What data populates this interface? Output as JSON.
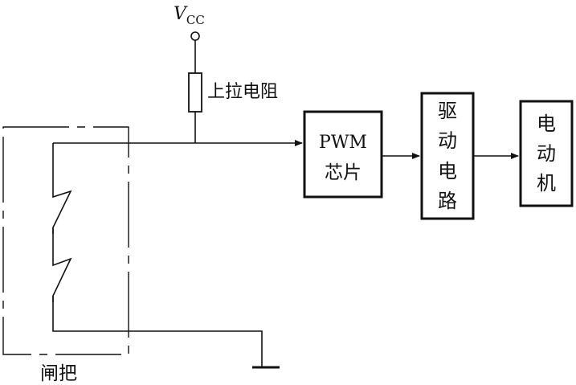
{
  "supply": {
    "symbol": "V",
    "subscript": "CC"
  },
  "resistor_label": "上拉电阻",
  "blocks": {
    "pwm": {
      "lines": [
        "PWM",
        "芯片"
      ]
    },
    "driver": {
      "lines": [
        "驱",
        "动",
        "电",
        "路"
      ]
    },
    "motor": {
      "lines": [
        "电",
        "动",
        "机"
      ]
    }
  },
  "handle_label": "闸把"
}
